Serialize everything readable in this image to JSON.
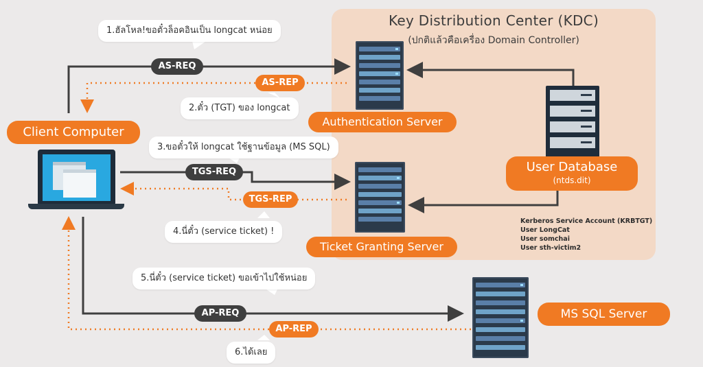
{
  "kdc": {
    "title": "Key Distribution Center (KDC)",
    "subtitle": "(ปกติแล้วคือเครื่อง Domain Controller)"
  },
  "nodes": {
    "client": "Client Computer",
    "auth_server": "Authentication Server",
    "tgs": "Ticket Granting Server",
    "user_db": "User Database",
    "user_db_file": "(ntds.dit)",
    "ms_sql": "MS SQL Server"
  },
  "accounts": [
    "Kerberos Service Account (KRBTGT)",
    "User LongCat",
    "User somchai",
    "User sth-victim2"
  ],
  "messages": {
    "as_req": "AS-REQ",
    "as_rep": "AS-REP",
    "tgs_req": "TGS-REQ",
    "tgs_rep": "TGS-REP",
    "ap_req": "AP-REQ",
    "ap_rep": "AP-REP"
  },
  "steps": {
    "step1": "1.ฮัลโหล!ขอตั๋วล็อคอินเป็น longcat หน่อย",
    "step2": "2.ตั๋ว (TGT) ของ longcat",
    "step3": "3.ขอตั๋วให้ longcat ใช้ฐานข้อมูล (MS SQL)",
    "step4": "4.นี่ตั๋ว (service ticket) !",
    "step5": "5.นี่ตั๋ว (service ticket) ขอเข้าไปใช้หน่อย",
    "step6": "6.ได้เลย"
  },
  "colors": {
    "accent": "#f07a23",
    "dark": "#3f3f3f",
    "kdc_bg": "#f3d9c6",
    "background": "#eceaea"
  }
}
